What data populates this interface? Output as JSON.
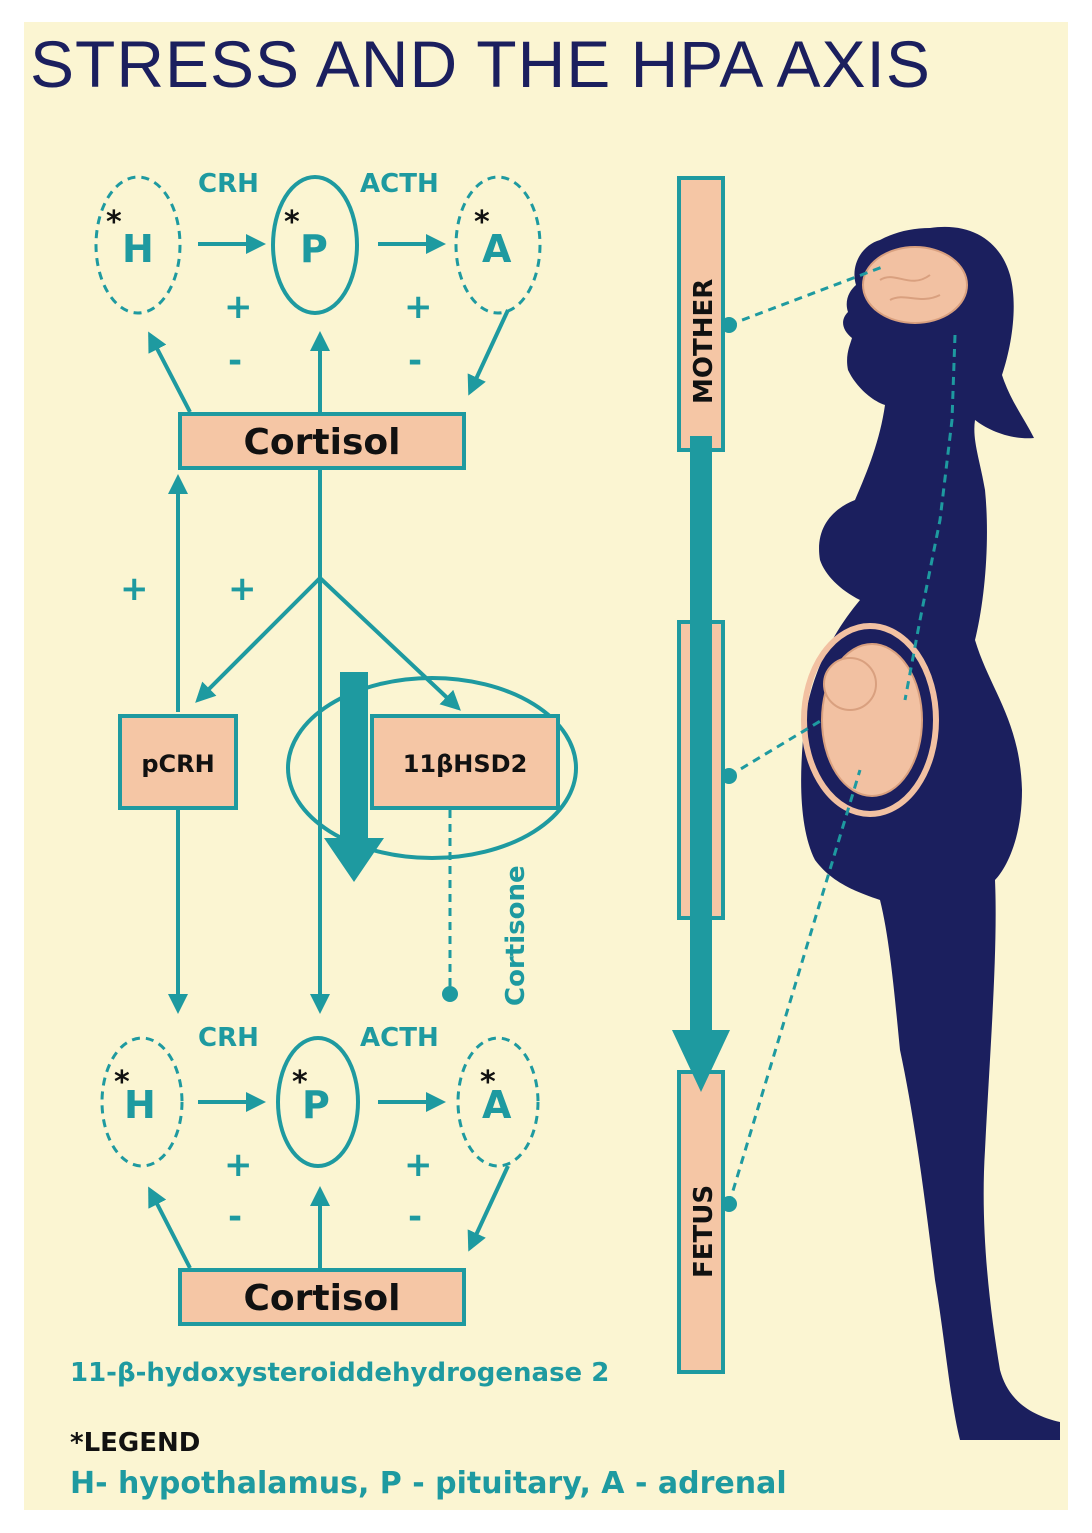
{
  "title": "STRESS AND THE HPA AXIS",
  "maternal_axis": {
    "hypothalamus": "H",
    "pituitary": "P",
    "adrenal": "A",
    "crh_label": "CRH",
    "acth_label": "ACTH",
    "asterisk": "*",
    "plus": "+",
    "minus": "-",
    "cortisol": "Cortisol"
  },
  "placenta": {
    "pcrh": "pCRH",
    "enzyme": "11βHSD2",
    "cortisone": "Cortisone",
    "plus": "+"
  },
  "fetal_axis": {
    "hypothalamus": "H",
    "pituitary": "P",
    "adrenal": "A",
    "crh_label": "CRH",
    "acth_label": "ACTH",
    "asterisk": "*",
    "plus": "+",
    "minus": "-",
    "cortisol": "Cortisol"
  },
  "bar": {
    "mother": "MOTHER",
    "fetus": "FETUS"
  },
  "enzyme_note": "11-β-hydoxysteroiddehydrogenase 2",
  "legend": {
    "title": "*LEGEND",
    "text": "H- hypothalamus,  P - pituitary, A - adrenal"
  },
  "colors": {
    "background": "#fbf5d2",
    "teal": "#1e9aa0",
    "navy": "#1b1f5e",
    "peach": "#f5c6a5"
  }
}
